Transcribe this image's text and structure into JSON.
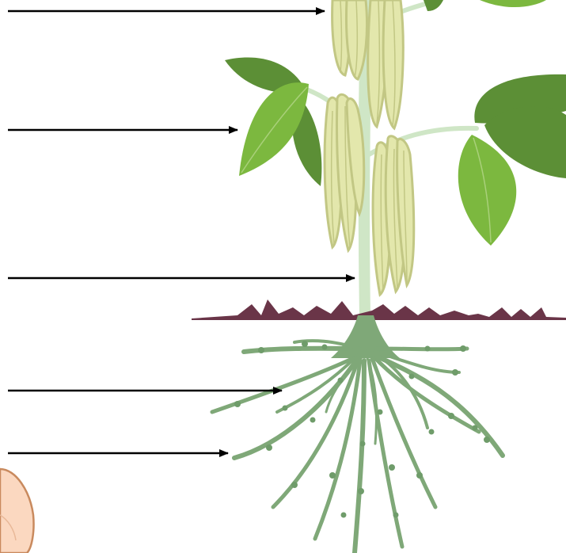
{
  "diagram": {
    "subject": "plant-anatomy",
    "callouts": [
      {
        "id": "pods",
        "target": "seed-pods",
        "label": ""
      },
      {
        "id": "leaves",
        "target": "leaf",
        "label": ""
      },
      {
        "id": "stem",
        "target": "stem",
        "label": ""
      },
      {
        "id": "roots",
        "target": "root-branch",
        "label": ""
      },
      {
        "id": "nodules",
        "target": "root-nodules",
        "label": ""
      }
    ],
    "colors": {
      "leaf_light": "#7cb83f",
      "leaf_dark": "#5c8f36",
      "pod_fill": "#e3e7ac",
      "pod_stroke": "#c2c784",
      "stem": "#cfe6c6",
      "root": "#7fa878",
      "root_nodule": "#6f9c6a",
      "soil_line": "#6a3548",
      "arrow": "#000000",
      "hand": "#fbd8c0"
    }
  }
}
